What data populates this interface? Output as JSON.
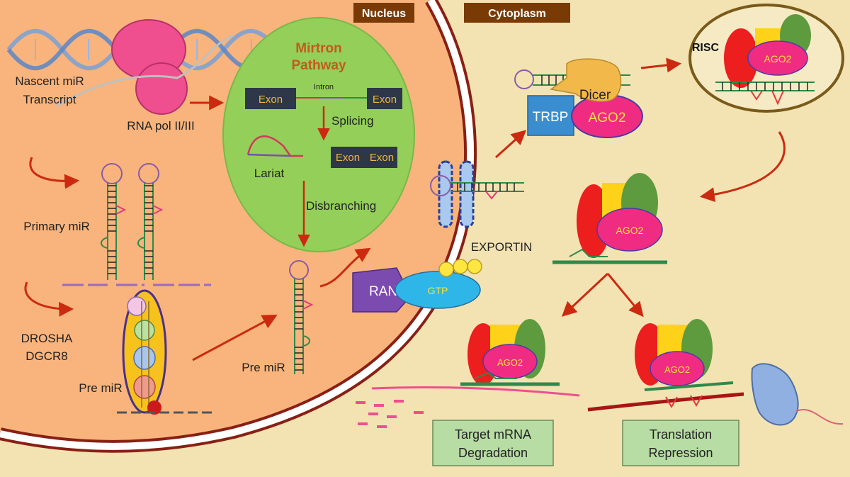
{
  "regions": {
    "nucleus": "Nucleus",
    "cytoplasm": "Cytoplasm"
  },
  "labels": {
    "nascent_line1": "Nascent miR",
    "nascent_line2": "Transcript",
    "rna_pol": "RNA pol II/III",
    "primary_mir": "Primary miR",
    "drosha": "DROSHA",
    "dgcr8": "DGCR8",
    "pre_mir_left": "Pre miR",
    "pre_mir_center": "Pre miR",
    "exportin": "EXPORTIN",
    "ran": "RAN",
    "gtp": "GTP"
  },
  "mirtron": {
    "title_line1": "Mirtron",
    "title_line2": "Pathway",
    "exon": "Exon",
    "intron": "Intron",
    "splicing": "Splicing",
    "lariat": "Lariat",
    "disbranching": "Disbranching"
  },
  "complexes": {
    "dicer": "Dicer",
    "trbp": "TRBP",
    "ago2": "AGO2",
    "risc": "RISC"
  },
  "outcomes": {
    "degradation_line1": "Target mRNA",
    "degradation_line2": "Degradation",
    "repression_line1": "Translation",
    "repression_line2": "Repression"
  },
  "colors": {
    "nucleus": "#f8b47c",
    "cytoplasm": "#f3e3b2",
    "mirtron_bg": "#93cf59",
    "region_label_bg": "#7a3a06",
    "arrow": "#cc2a10",
    "ago2": "#ef2c82",
    "red_subunit": "#ec1e1e",
    "yellow_subunit": "#ffd21a",
    "green_subunit": "#5e9a3e",
    "outcome_box": "#b7dca4"
  }
}
